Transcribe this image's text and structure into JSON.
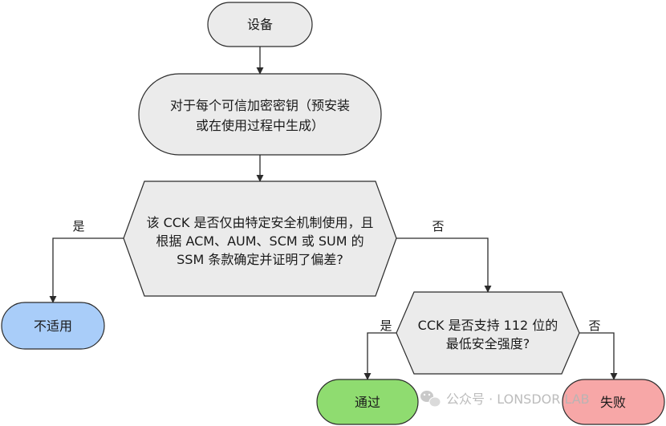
{
  "nodes": {
    "device": "设备",
    "key_loop": [
      "对于每个可信加密密钥（预安装",
      "或在使用过程中生成）"
    ],
    "decision_1": [
      "该 CCK 是否仅由特定安全机制使用，且",
      "根据 ACM、AUM、SCM 或 SUM 的",
      "SSM 条款确定并证明了偏差?"
    ],
    "not_applicable": "不适用",
    "decision_2": [
      "CCK 是否支持 112 位的",
      "最低安全强度?"
    ],
    "pass": "通过",
    "fail": "失败"
  },
  "edges": {
    "d1_yes": "是",
    "d1_no": "否",
    "d2_yes": "是",
    "d2_no": "否"
  },
  "watermark": {
    "text": "公众号 · LONSDOR LAB",
    "icon": "wechat-icon"
  }
}
